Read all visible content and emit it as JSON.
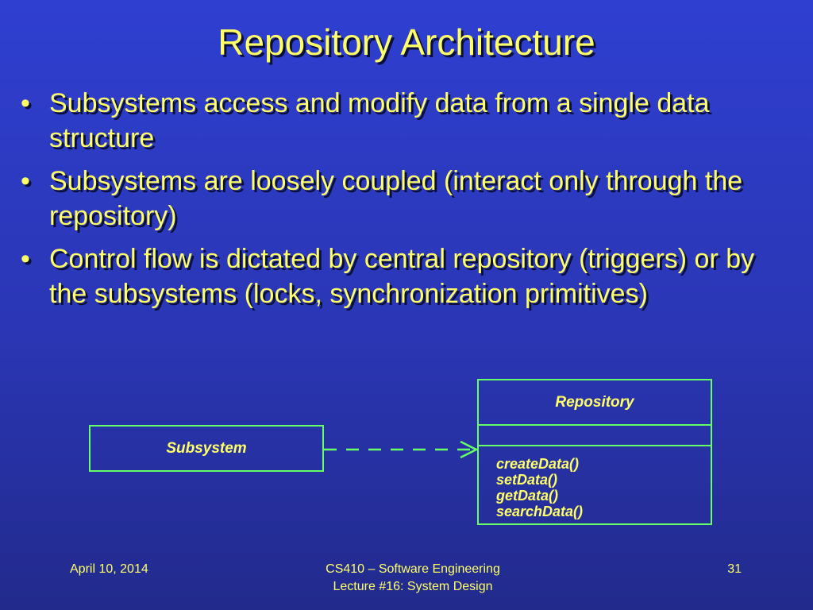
{
  "slide": {
    "title": "Repository Architecture",
    "bullets": [
      "Subsystems access and modify data from a single data structure",
      "Subsystems are loosely coupled (interact only through the repository)",
      "Control flow is dictated by central repository (triggers) or by the subsystems (locks, synchronization primitives)"
    ],
    "bullet_marker": "•"
  },
  "diagram": {
    "subsystem_label": "Subsystem",
    "repository_label": "Repository",
    "operations": [
      "createData()",
      "setData()",
      "getData()",
      "searchData()"
    ],
    "line_color": "#66ff66",
    "text_color": "#ffff66"
  },
  "footer": {
    "date": "April 10, 2014",
    "course_line1": "CS410 – Software Engineering",
    "course_line2": "Lecture #16: System Design",
    "page_number": "31"
  },
  "colors": {
    "background": "#2a36b4",
    "text": "#ffff66",
    "diagram_lines": "#66ff66"
  }
}
